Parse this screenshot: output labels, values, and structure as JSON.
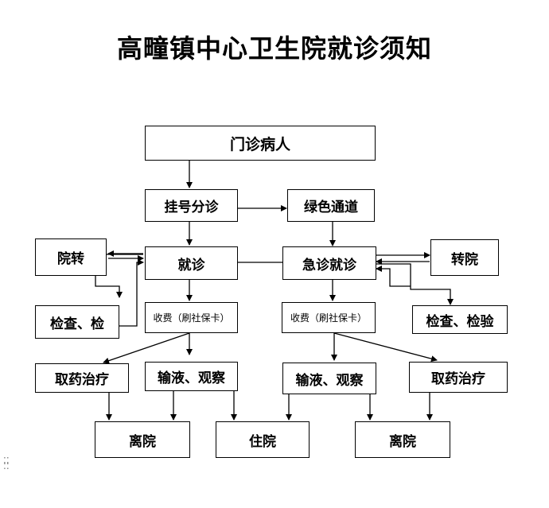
{
  "title": "高疃镇中心卫生院就诊须知",
  "nodes": {
    "outpatient": "门诊病人",
    "registration": "挂号分诊",
    "green_channel": "绿色通道",
    "transfer_left": "院转",
    "consultation": "就诊",
    "emergency": "急诊就诊",
    "transfer_right": "转院",
    "exam_left": "检查、检",
    "payment_left": "收费（刷社保卡）",
    "payment_right": "收费（刷社保卡）",
    "exam_right": "检查、检验",
    "medicine_left": "取药治疗",
    "infusion_left": "输液、观察",
    "infusion_right": "输液、观察",
    "medicine_right": "取药治疗",
    "discharge_left": "离院",
    "hospitalization": "住院",
    "discharge_right": "离院"
  },
  "grip_icon": "drag-handle-icon"
}
